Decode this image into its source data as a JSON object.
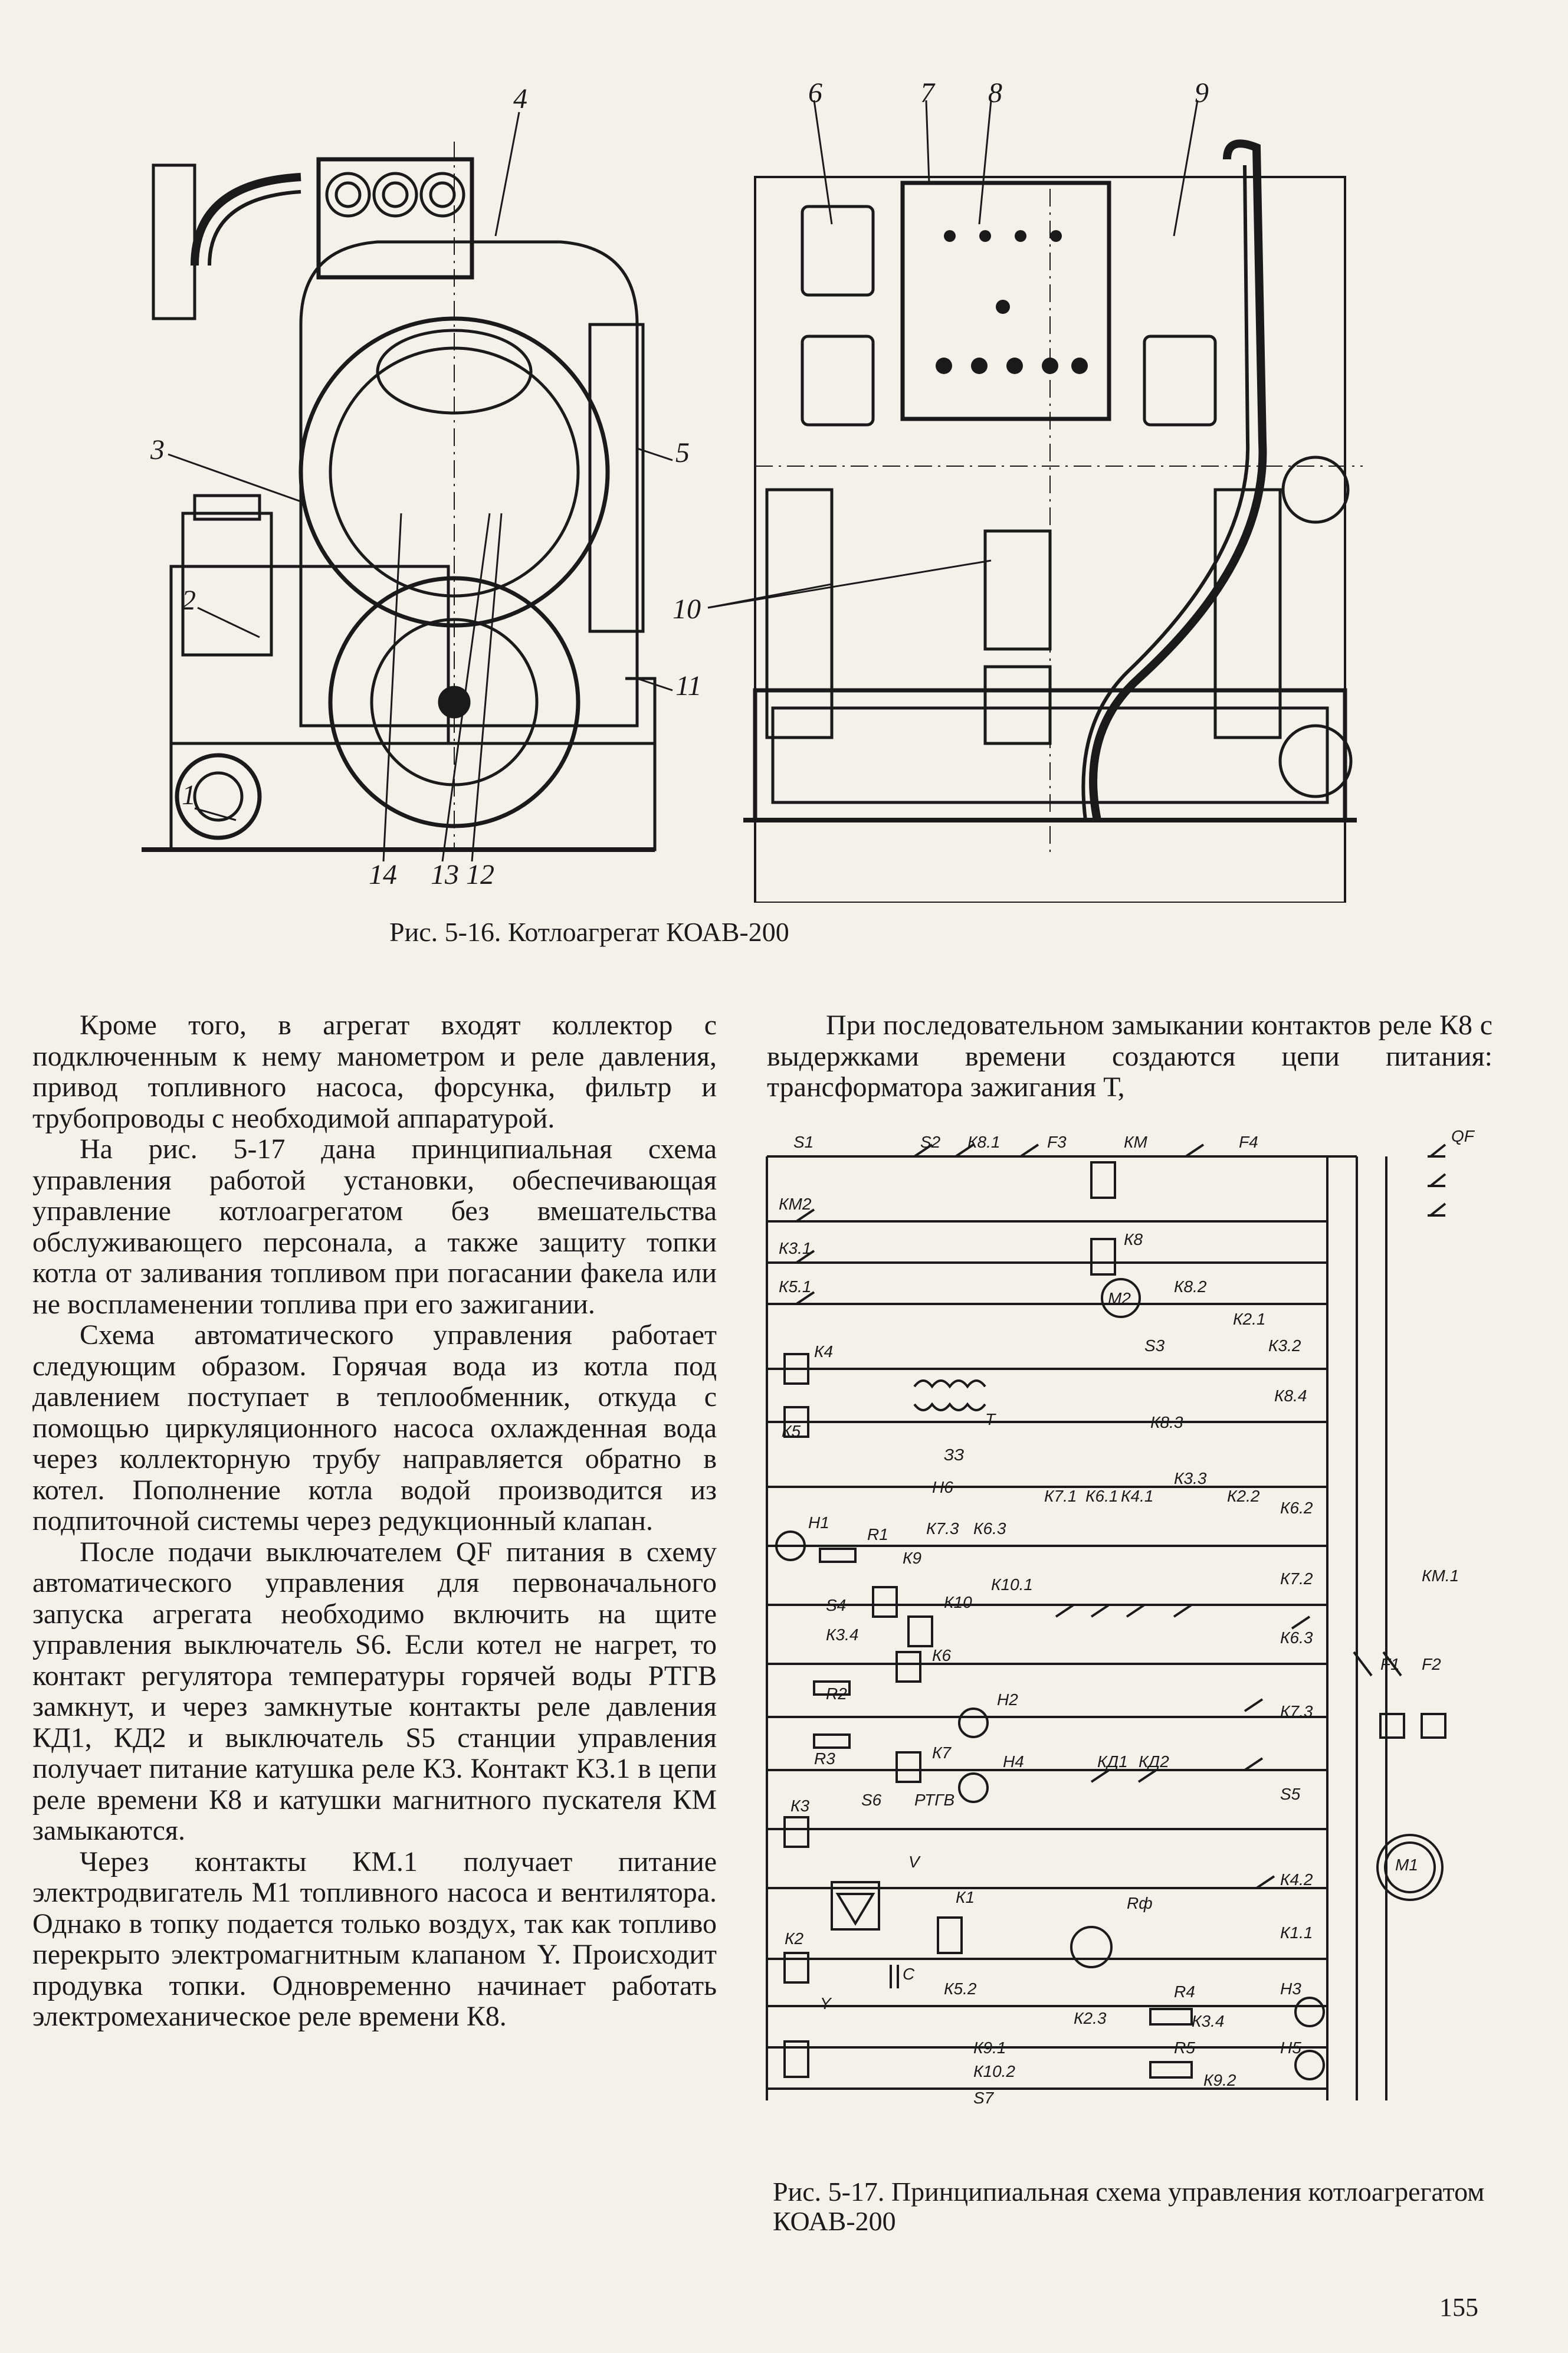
{
  "figure1": {
    "caption": "Рис. 5-16. Котлоагрегат КОАВ-200",
    "callouts": [
      "1",
      "2",
      "3",
      "4",
      "5",
      "6",
      "7",
      "8",
      "9",
      "10",
      "11",
      "12",
      "13",
      "14"
    ]
  },
  "left_column": {
    "paragraphs": [
      "Кроме того, в агрегат входят коллектор с подключенным к нему манометром и реле давления, привод топливного насоса, форсунка, фильтр и трубопроводы с необходимой аппаратурой.",
      "На рис. 5-17 дана принципиальная схема управления работой установки, обеспечивающая управление котлоагрегатом без вмешательства обслуживающего персонала, а также защиту топки котла от заливания топливом при погасании факела или не воспламенении топлива при его зажигании.",
      "Схема автоматического управления работает следующим образом. Горячая вода из котла под давлением поступает в теплообменник, откуда с помощью циркуляционного насоса охлажденная вода через коллекторную трубу направляется обратно в котел. Пополнение котла водой производится из подпиточной системы через редукционный клапан.",
      "После подачи выключателем QF питания в схему автоматического управления для первоначального запуска агрегата необходимо включить на щите управления выключатель S6. Если котел не нагрет, то контакт регулятора температуры горячей воды РТГВ замкнут, и через замкнутые контакты реле давления КД1, КД2 и выключатель S5 станции управления получает питание катушка реле К3. Контакт К3.1 в цепи реле времени К8 и катушки магнитного пускателя КМ замыкаются.",
      "Через контакты КМ.1 получает питание электродвигатель М1 топливного насоса и вентилятора. Однако в топку подается только воздух, так как топливо перекрыто электромагнитным клапаном Y. Происходит продувка топки. Одновременно начинает работать электромеханическое реле времени К8."
    ]
  },
  "right_column": {
    "paragraphs": [
      "При последовательном замыкании контактов реле К8 с выдержками времени создаются цепи питания: трансформатора зажигания Т,"
    ]
  },
  "figure2": {
    "caption": "Рис. 5-17. Принципиальная схема управления котлоагрегатом КОАВ-200",
    "labels": [
      "QF",
      "S1",
      "S2",
      "К8.1",
      "F3",
      "КМ",
      "F4",
      "К8",
      "КМ2",
      "К3.1",
      "К5.1",
      "М2",
      "К8.2",
      "К2.1",
      "К3.2",
      "S3",
      "К4",
      "К8.3",
      "К8.4",
      "Т",
      "К5",
      "ЗЗ",
      "Н6",
      "К7.1",
      "К6.1",
      "К4.1",
      "К3.3",
      "К2.2",
      "К6.2",
      "Н1",
      "R1",
      "К7.3",
      "К6.3",
      "К9",
      "К10.1",
      "К10",
      "S4",
      "К3.4",
      "К7.2",
      "КМ.1",
      "К6",
      "К6.3",
      "F1",
      "F2",
      "R2",
      "Н2",
      "К7",
      "К7.3",
      "R3",
      "Н4",
      "КД1",
      "КД2",
      "S6",
      "РТГВ",
      "S5",
      "К3",
      "М1",
      "V",
      "К1",
      "Rф",
      "К4.2",
      "С",
      "К1.1",
      "К2",
      "К5.2",
      "R4",
      "Н3",
      "Y",
      "К2.3",
      "К3.4",
      "К9.1",
      "R5",
      "Н5",
      "К10.2",
      "К9.2",
      "S7"
    ]
  },
  "page_number": "155"
}
